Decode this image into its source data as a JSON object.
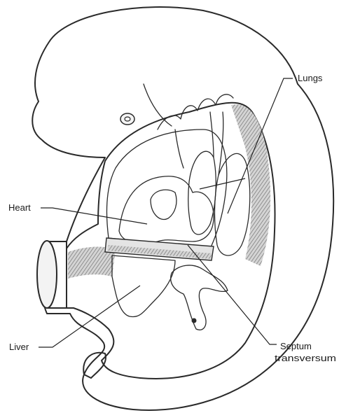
{
  "labels": {
    "lungs": "Lungs",
    "heart": "Heart",
    "liver": "Liver",
    "septum_line1": "Septum",
    "septum_line2": "transversum"
  },
  "colors": {
    "background": "#ffffff",
    "body_fill": "#ececec",
    "cavity_fill": "#dcdcdc",
    "organ_fill": "#a9a9a9",
    "heart_fill": "#cfcfcf",
    "stroke": "#2a2a2a"
  },
  "icons": {
    "eye": "eye-icon"
  }
}
